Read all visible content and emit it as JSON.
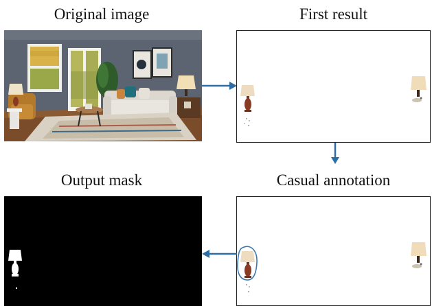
{
  "panels": {
    "original": {
      "caption": "Original image"
    },
    "first_result": {
      "caption": "First result"
    },
    "casual_annotation": {
      "caption": "Casual annotation"
    },
    "output_mask": {
      "caption": "Output mask"
    }
  },
  "colors": {
    "arrow": "#2e6da4",
    "annotation_circle": "#3a78b5",
    "frame": "#222222",
    "mask_background": "#000000",
    "mask_foreground": "#ffffff"
  }
}
